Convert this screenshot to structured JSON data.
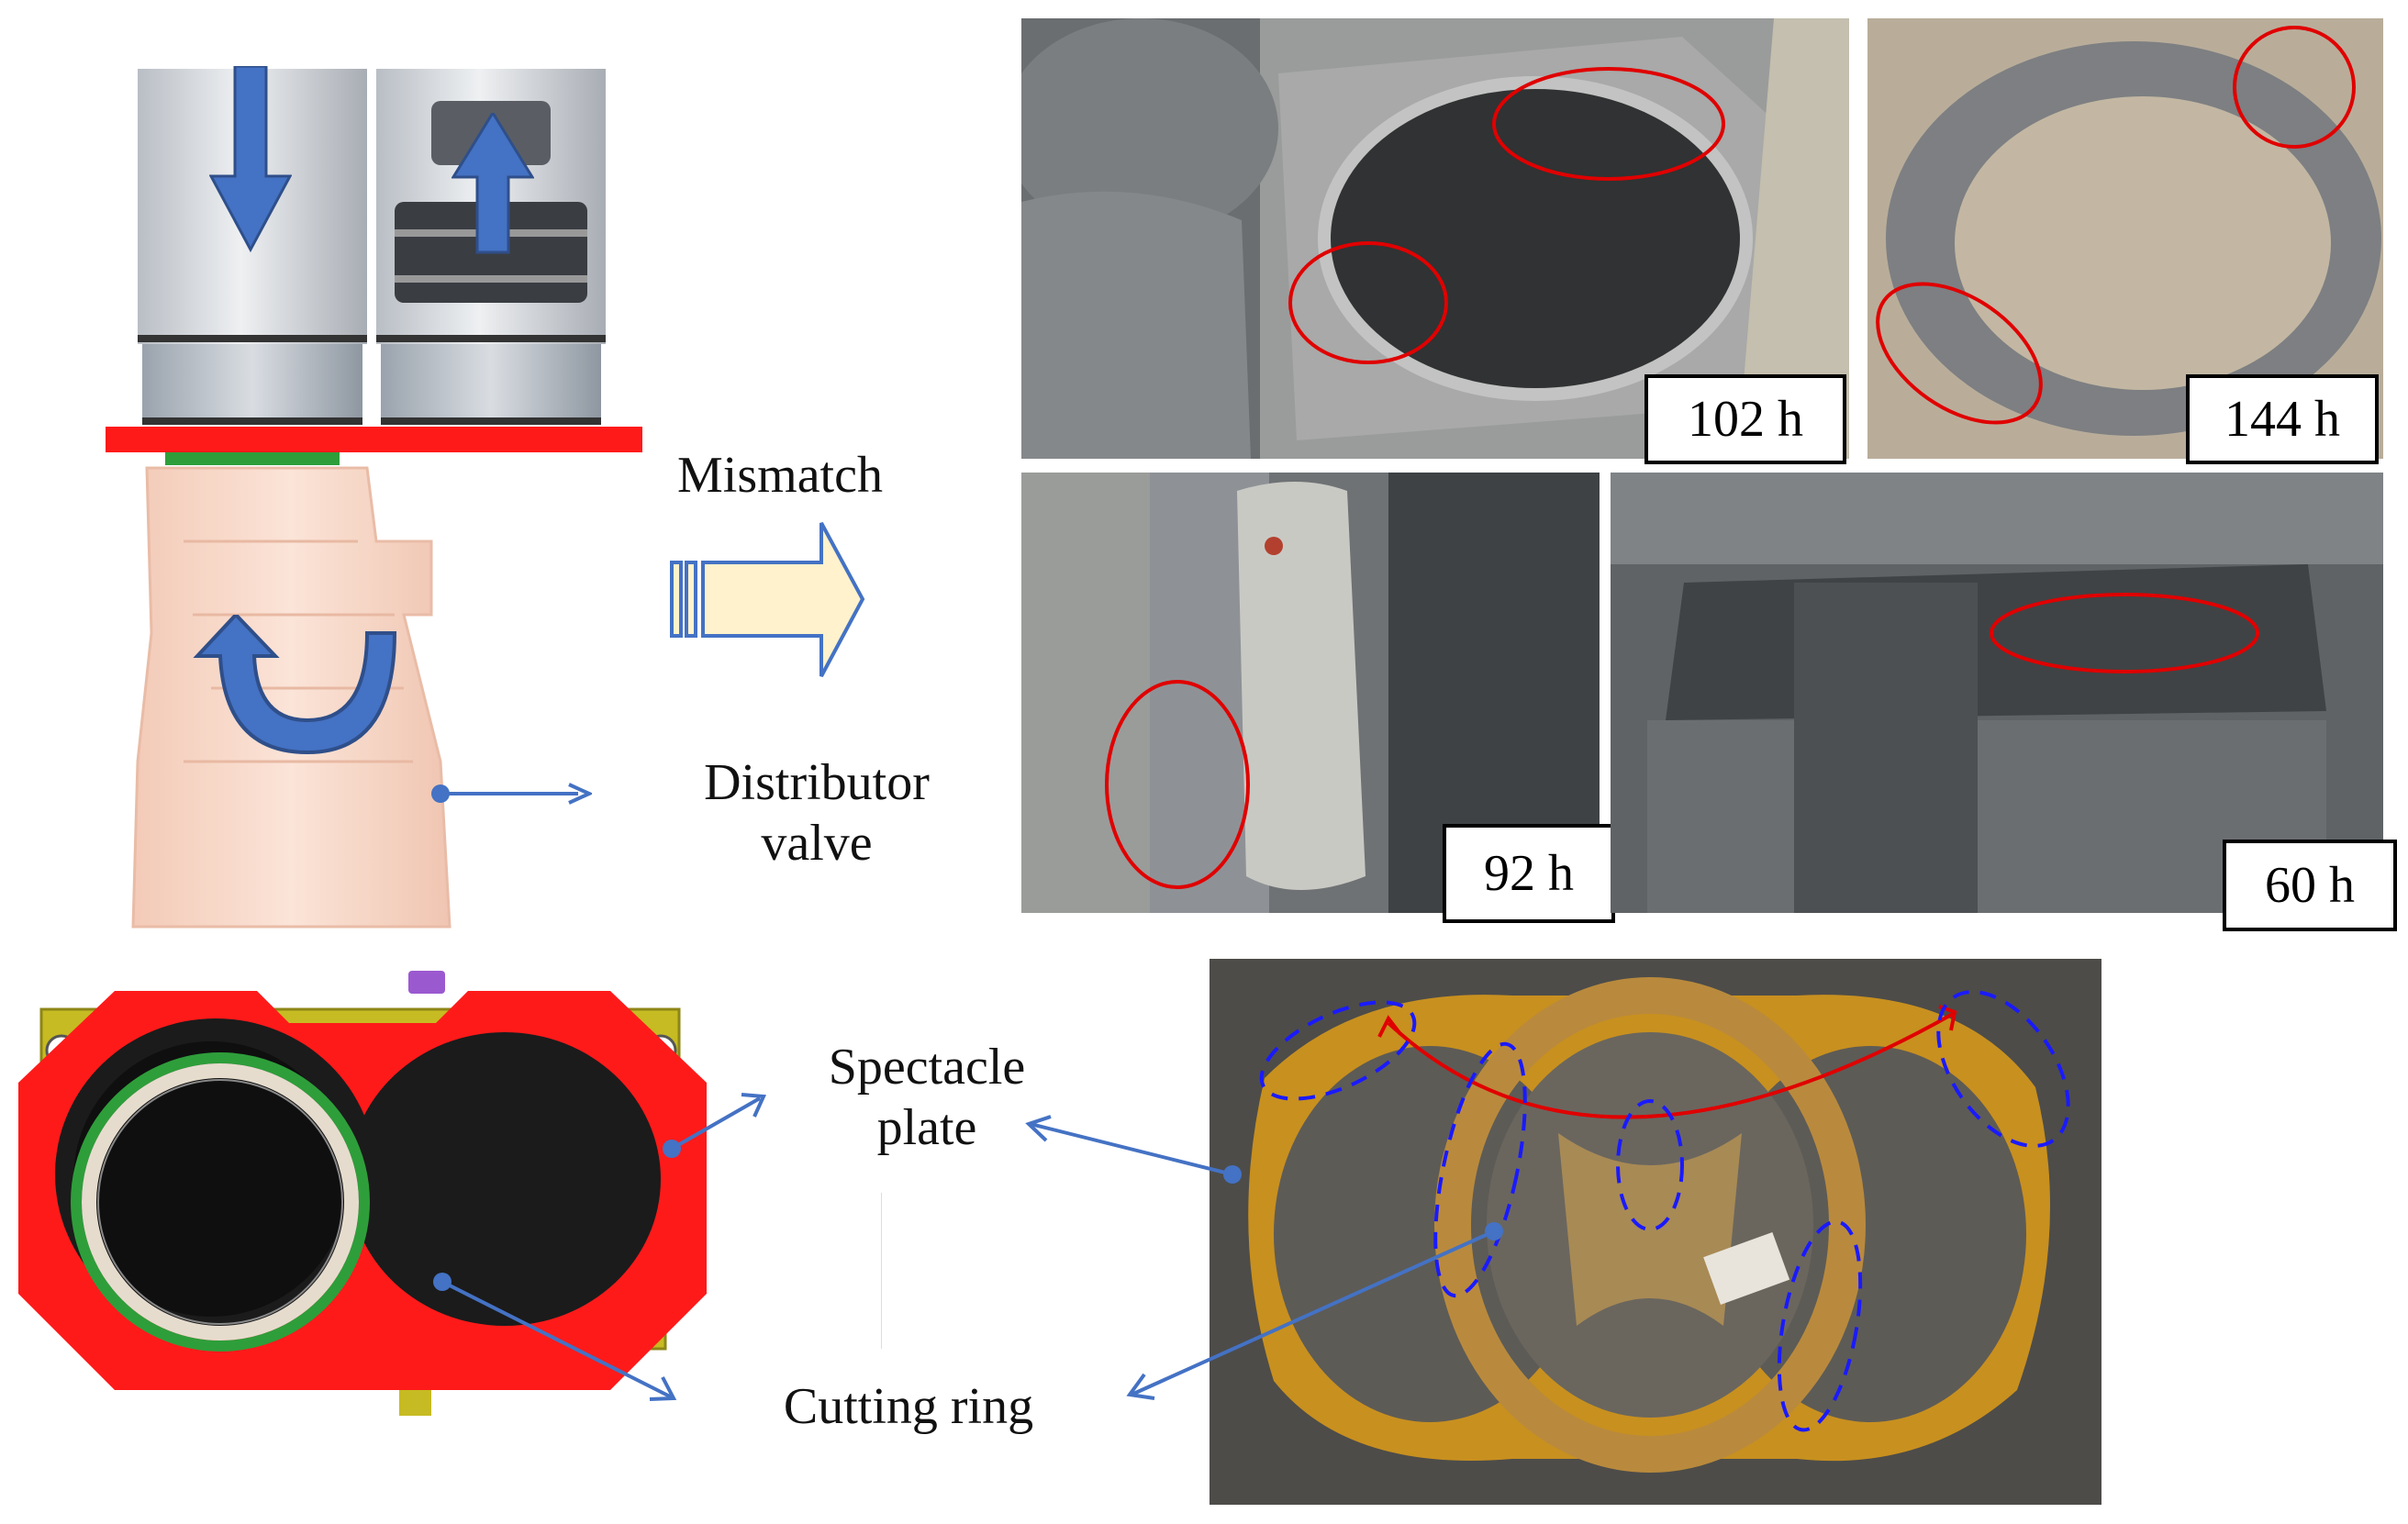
{
  "labels": {
    "mismatch": "Mismatch",
    "distributor_valve_line1": "Distributor",
    "distributor_valve_line2": "valve",
    "spectacle_plate_line1": "Spectacle",
    "spectacle_plate_line2": "plate",
    "cutting_ring": "Cutting ring"
  },
  "photos": [
    {
      "id": "photo-102h",
      "hours": "102 h"
    },
    {
      "id": "photo-144h",
      "hours": "144 h"
    },
    {
      "id": "photo-92h",
      "hours": "92 h"
    },
    {
      "id": "photo-60h",
      "hours": "60 h"
    }
  ],
  "colors": {
    "arrow_blue": "#4472c4",
    "highlight_red": "#e00000",
    "spectacle_red": "#ff1a1a",
    "cutting_ring_green": "#2e9e3a",
    "mismatch_arrow_fill": "#fff2cc",
    "valve_body": "#f6d2c0",
    "cylinder_grey": "#cfd3d8",
    "rust": "#c8901f"
  },
  "icons": [
    "down-arrow-icon",
    "up-arrow-icon",
    "rotation-arrow-icon",
    "mismatch-arrow-icon"
  ]
}
